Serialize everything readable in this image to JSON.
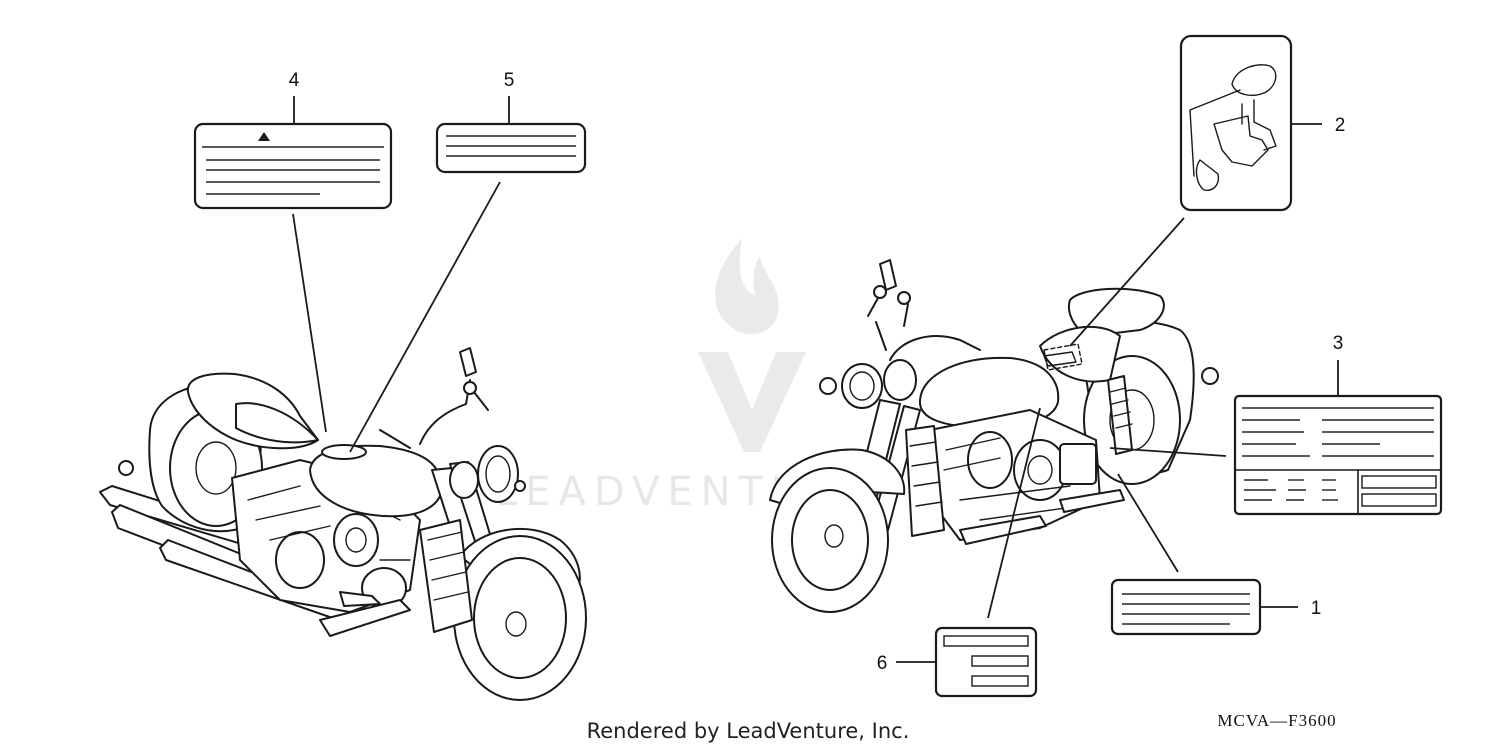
{
  "callouts": {
    "c1": "1",
    "c2": "2",
    "c3": "3",
    "c4": "4",
    "c5": "5",
    "c6": "6"
  },
  "diagram_code": "MCVA—F3600",
  "credit": "Rendered by LeadVenture, Inc.",
  "watermark": "LEADVENTURE",
  "colors": {
    "ink": "#1a1a1a",
    "background": "#ffffff",
    "watermark": "#d9d9d9"
  }
}
